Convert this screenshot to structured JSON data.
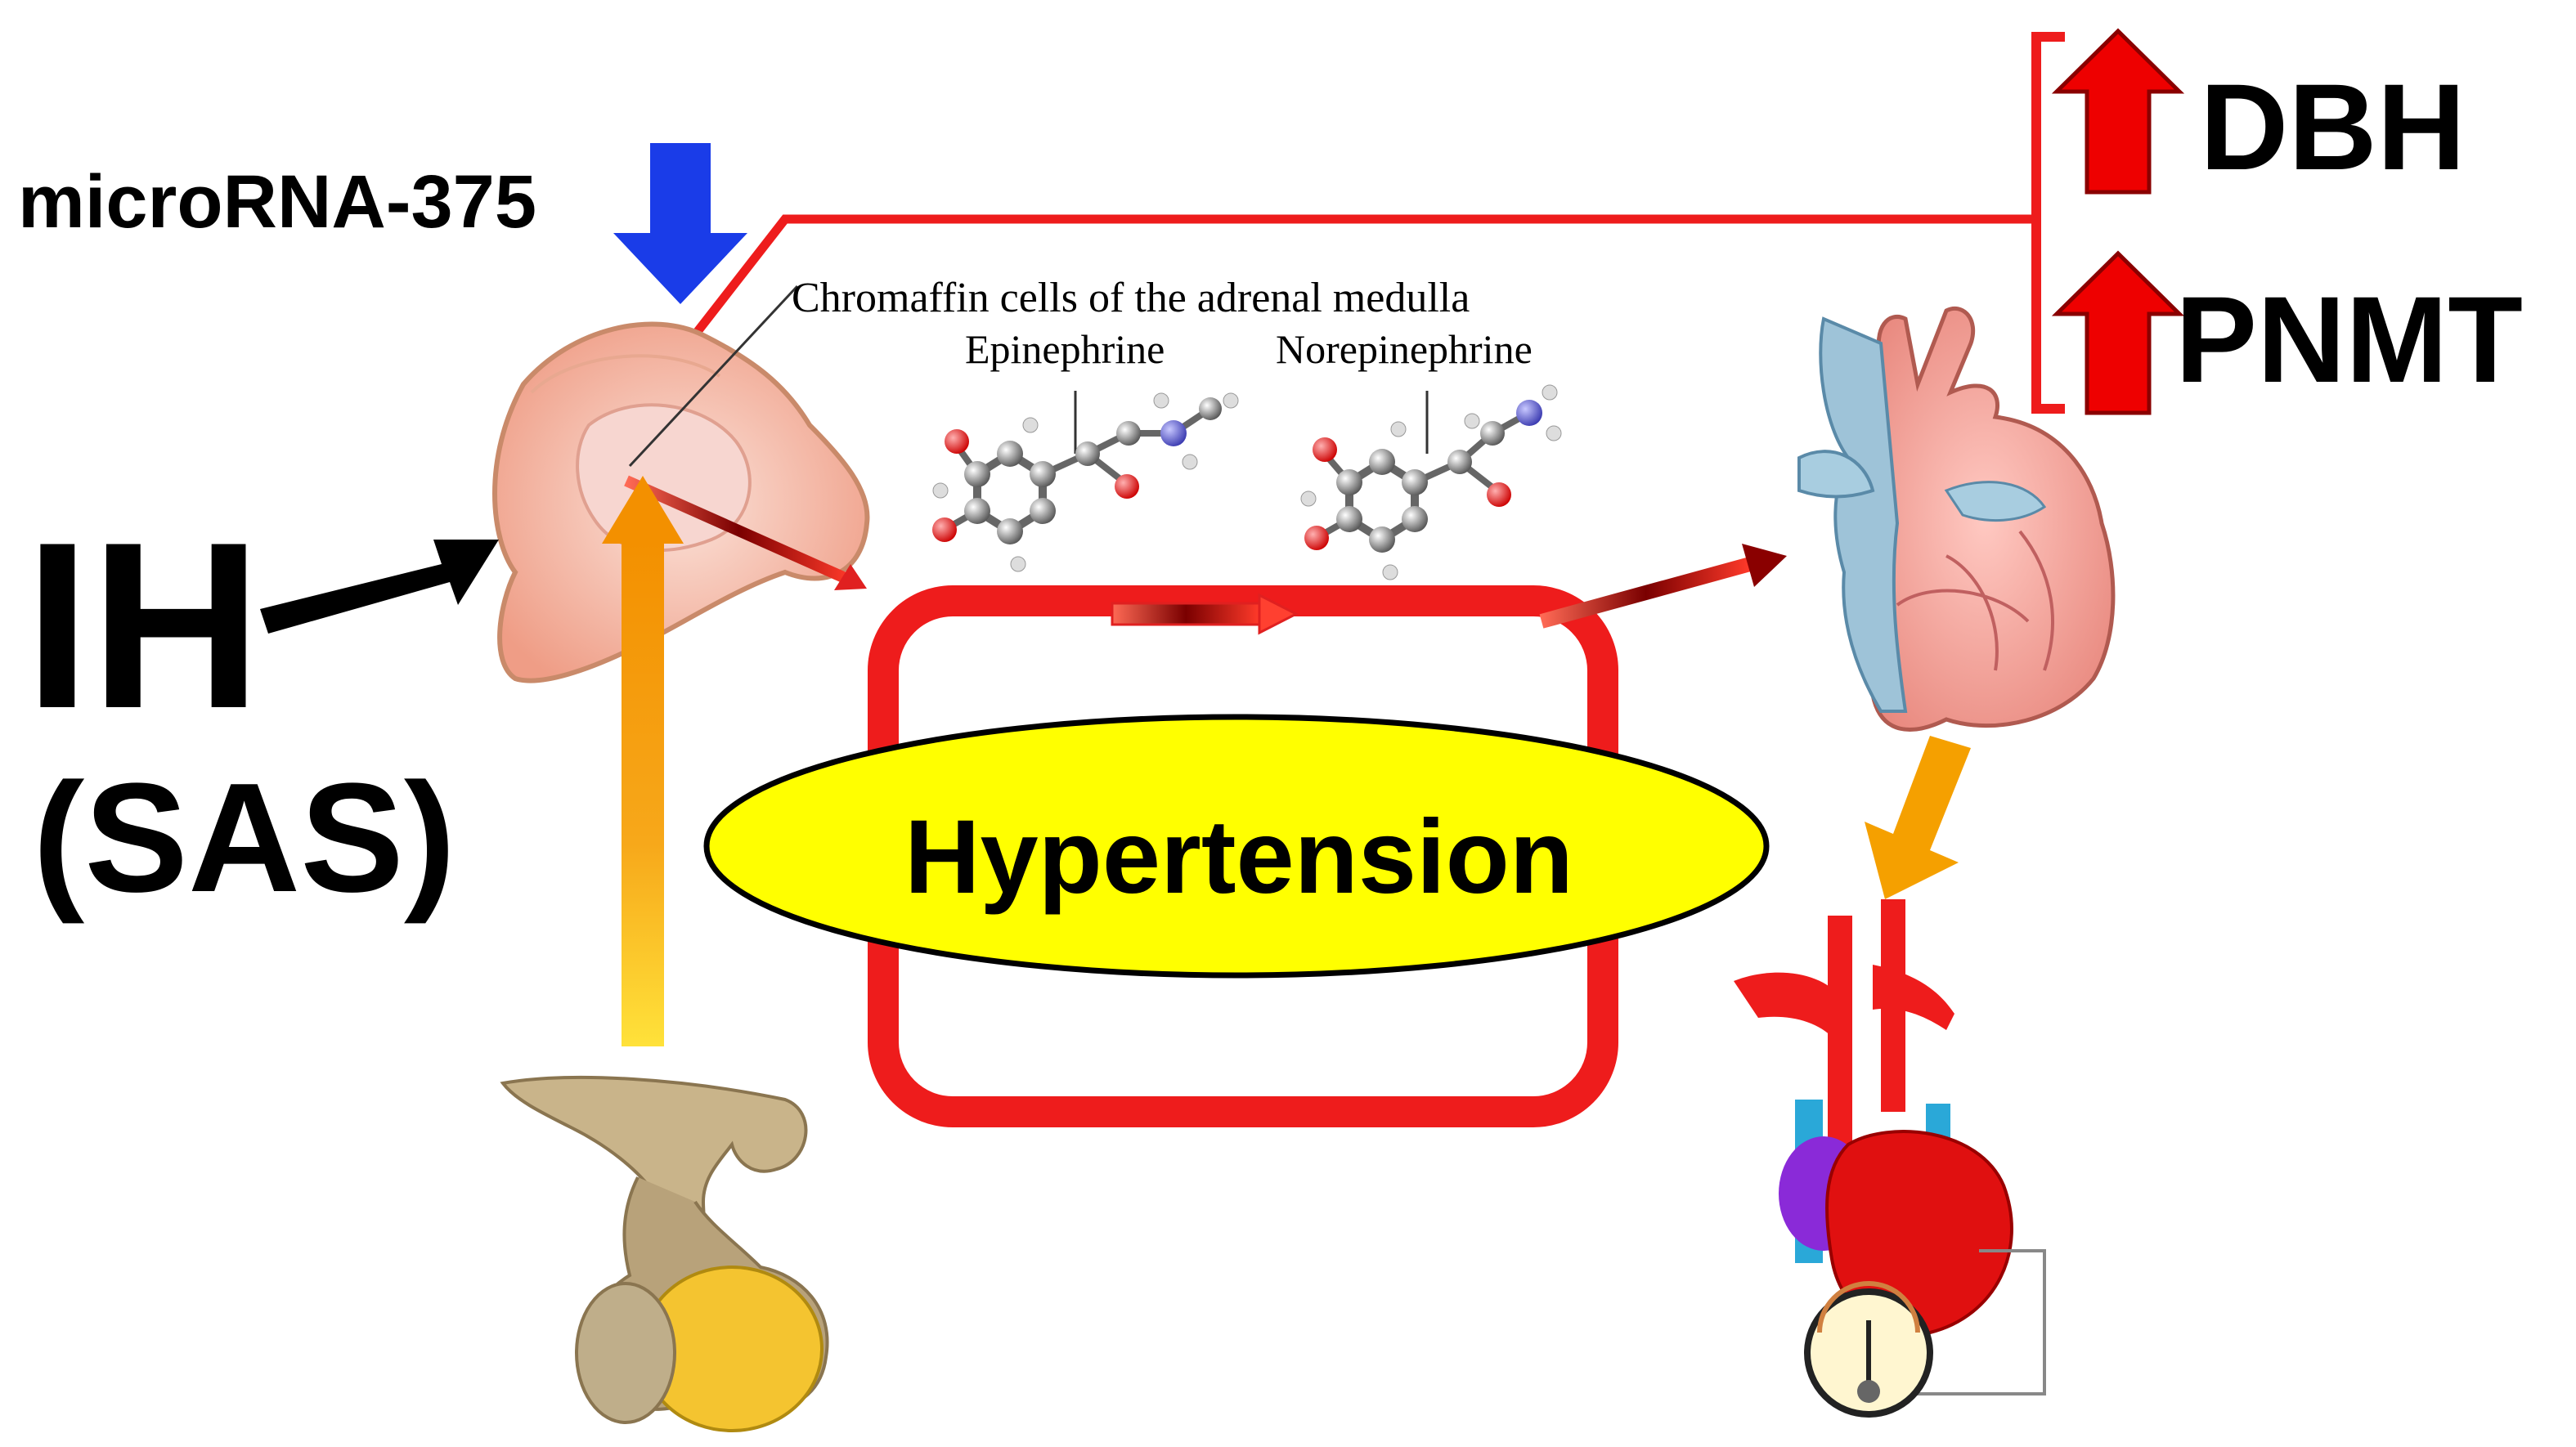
{
  "labels": {
    "mirna": "microRNA-375",
    "ih": "IH",
    "sas": "(SAS)",
    "dbh": "DBH",
    "pnmt": "PNMT",
    "chromaffin": "Chromaffin cells of the adrenal medulla",
    "epinephrine": "Epinephrine",
    "norepinephrine": "Norepinephrine",
    "hypertension": "Hypertension"
  },
  "colors": {
    "down_arrow": "#1a3ce8",
    "up_arrow": "#ee0000",
    "bracket": "#ee1c1c",
    "loop": "#ee1c1c",
    "ellipse_fill": "#ffff00",
    "orange_arrow": "#f5a000",
    "black_arrow": "#000000",
    "adrenal": "#f4b8a0",
    "pituitary": "#c9b48a"
  },
  "icons": [
    "down-arrow-icon",
    "up-arrow-icon",
    "adrenal-gland-icon",
    "pituitary-gland-icon",
    "heart-icon",
    "heart-with-gauge-icon",
    "epinephrine-molecule-icon",
    "norepinephrine-molecule-icon"
  ]
}
